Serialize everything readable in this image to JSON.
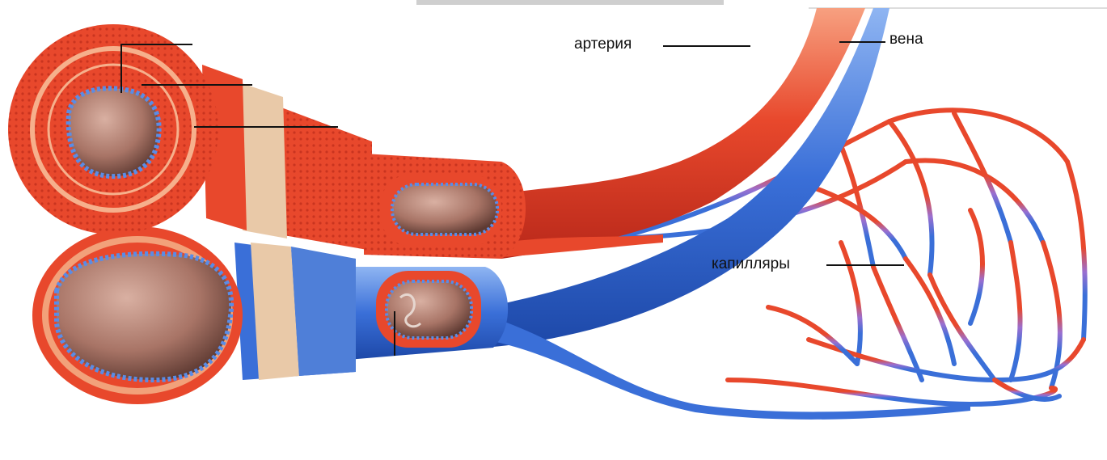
{
  "colors": {
    "artery": "#e8482c",
    "artery_light": "#f7a080",
    "artery_dark": "#b8281a",
    "vein": "#3a6fd8",
    "vein_light": "#8fb5f2",
    "vein_dark": "#1d48a8",
    "lumen": "#a87466",
    "adventitia": "#f0d2b4",
    "endothelium": "#5a8ce6"
  },
  "labels": {
    "artery": "артерия",
    "vein": "вена",
    "capillaries": "капилляры"
  },
  "icons": {
    "artery_section": "artery-cross-section-icon",
    "vein_section": "vein-cross-section-icon",
    "capillary_net": "capillary-network-icon"
  }
}
